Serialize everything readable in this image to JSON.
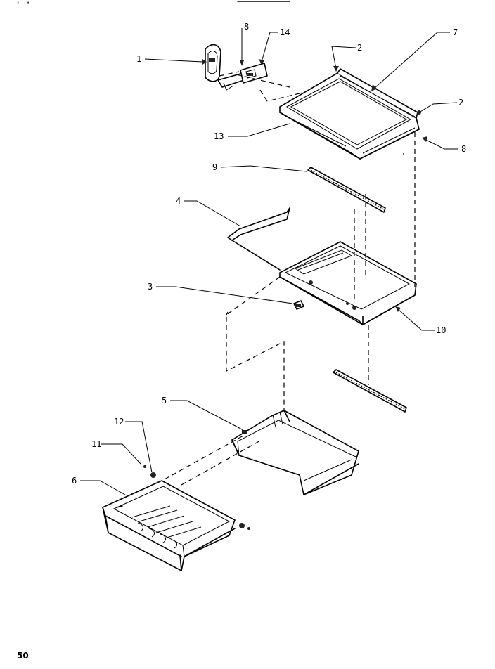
{
  "page_number": "50",
  "callouts": [
    {
      "id": "c1",
      "label": "1"
    },
    {
      "id": "c8a",
      "label": "8"
    },
    {
      "id": "c14",
      "label": "14"
    },
    {
      "id": "c2a",
      "label": "2"
    },
    {
      "id": "c7",
      "label": "7"
    },
    {
      "id": "c2b",
      "label": "2"
    },
    {
      "id": "c13",
      "label": "13"
    },
    {
      "id": "c8b",
      "label": "8"
    },
    {
      "id": "c9",
      "label": "9"
    },
    {
      "id": "c4",
      "label": "4"
    },
    {
      "id": "c3",
      "label": "3"
    },
    {
      "id": "c10",
      "label": "10"
    },
    {
      "id": "c5",
      "label": "5"
    },
    {
      "id": "c12",
      "label": "12"
    },
    {
      "id": "c11",
      "label": "11"
    },
    {
      "id": "c6",
      "label": "6"
    }
  ]
}
